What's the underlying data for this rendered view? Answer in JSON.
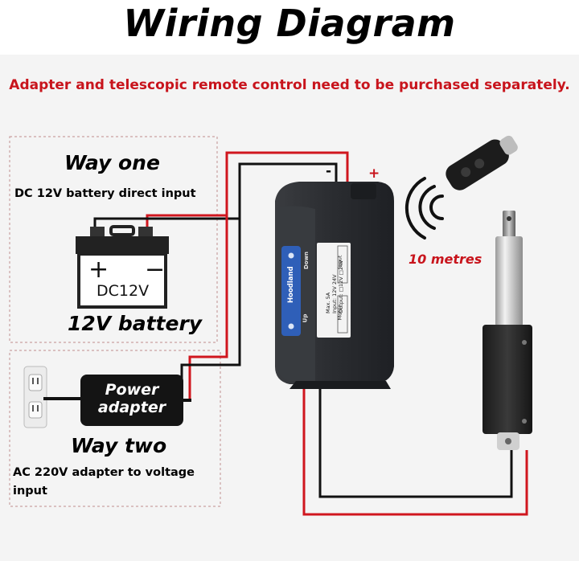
{
  "title": "Wiring Diagram",
  "notice": "Adapter and telescopic remote control need to be purchased separately.",
  "way_one": {
    "heading": "Way one",
    "description": "DC 12V battery direct input",
    "battery_label": "DC12V",
    "battery_caption": "12V battery",
    "plus": "+",
    "minus": "−"
  },
  "way_two": {
    "heading": "Way two",
    "adapter_label_line1": "Power",
    "adapter_label_line2": "adapter",
    "description_line1": "AC 220V adapter to voltage",
    "description_line2": "input"
  },
  "controller": {
    "brand": "Hoodland",
    "label_up": "Up",
    "label_down": "Down",
    "spec_line1": "Max. 5A",
    "spec_line2": "Input: 12V 24V",
    "spec_line3": "Output: □12V □24V",
    "port_input": "Input",
    "port_motor": "Motor"
  },
  "wire_signs": {
    "negative": "-",
    "positive": "+"
  },
  "remote_range": "10 metres",
  "colors": {
    "title": "#000000",
    "notice": "#c8141c",
    "wire_red": "#d0161e",
    "wire_black": "#111111",
    "controller_body": "#2a2c2f",
    "actuator_silver": "#d8d8d8"
  },
  "icons": [
    "battery-icon",
    "wall-outlet-icon",
    "power-adapter-icon",
    "remote-control-icon",
    "signal-waves-icon",
    "linear-actuator-icon",
    "controller-box-icon"
  ]
}
